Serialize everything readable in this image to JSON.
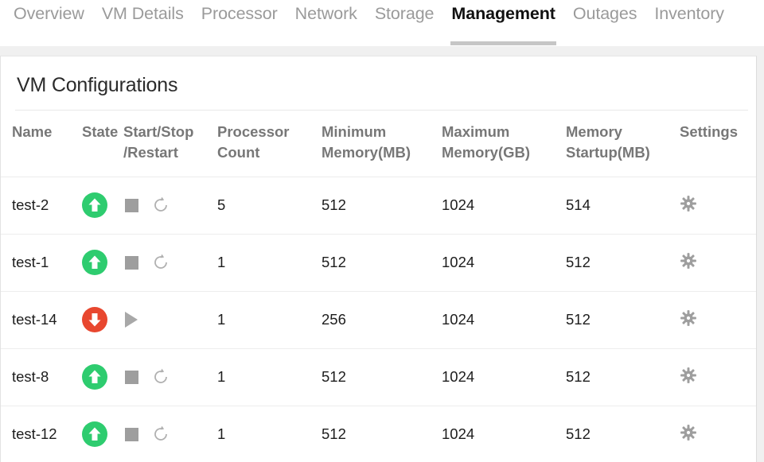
{
  "tabs": [
    {
      "label": "Overview",
      "active": false
    },
    {
      "label": "VM Details",
      "active": false
    },
    {
      "label": "Processor",
      "active": false
    },
    {
      "label": "Network",
      "active": false
    },
    {
      "label": "Storage",
      "active": false
    },
    {
      "label": "Management",
      "active": true
    },
    {
      "label": "Outages",
      "active": false
    },
    {
      "label": "Inventory",
      "active": false
    }
  ],
  "panel": {
    "title": "VM Configurations"
  },
  "table": {
    "headers": {
      "name": "Name",
      "state": "State",
      "start_stop_restart_line1": "Start/Stop",
      "start_stop_restart_line2": "/Restart",
      "processor_count_line1": "Processor",
      "processor_count_line2": "Count",
      "minimum_memory_line1": "Minimum",
      "minimum_memory_line2": "Memory(MB)",
      "maximum_memory_line1": "Maximum",
      "maximum_memory_line2": "Memory(GB)",
      "memory_startup_line1": "Memory",
      "memory_startup_line2": "Startup(MB)",
      "settings": "Settings"
    },
    "rows": [
      {
        "name": "test-2",
        "state": "running",
        "actions": [
          "stop",
          "restart"
        ],
        "processor_count": "5",
        "minimum_memory_mb": "512",
        "maximum_memory_gb": "1024",
        "memory_startup_mb": "514",
        "settings_icon": "gear-icon"
      },
      {
        "name": "test-1",
        "state": "running",
        "actions": [
          "stop",
          "restart"
        ],
        "processor_count": "1",
        "minimum_memory_mb": "512",
        "maximum_memory_gb": "1024",
        "memory_startup_mb": "512",
        "settings_icon": "gear-icon"
      },
      {
        "name": "test-14",
        "state": "stopped",
        "actions": [
          "start"
        ],
        "processor_count": "1",
        "minimum_memory_mb": "256",
        "maximum_memory_gb": "1024",
        "memory_startup_mb": "512",
        "settings_icon": "gear-icon"
      },
      {
        "name": "test-8",
        "state": "running",
        "actions": [
          "stop",
          "restart"
        ],
        "processor_count": "1",
        "minimum_memory_mb": "512",
        "maximum_memory_gb": "1024",
        "memory_startup_mb": "512",
        "settings_icon": "gear-icon"
      },
      {
        "name": "test-12",
        "state": "running",
        "actions": [
          "stop",
          "restart"
        ],
        "processor_count": "1",
        "minimum_memory_mb": "512",
        "maximum_memory_gb": "1024",
        "memory_startup_mb": "512",
        "settings_icon": "gear-icon"
      }
    ]
  },
  "colors": {
    "state_running": "#2ecc6f",
    "state_stopped": "#e8472f",
    "icon_gray": "#9e9e9e",
    "header_text": "#777777",
    "tab_inactive": "#9a9a9a",
    "tab_active": "#111111"
  }
}
